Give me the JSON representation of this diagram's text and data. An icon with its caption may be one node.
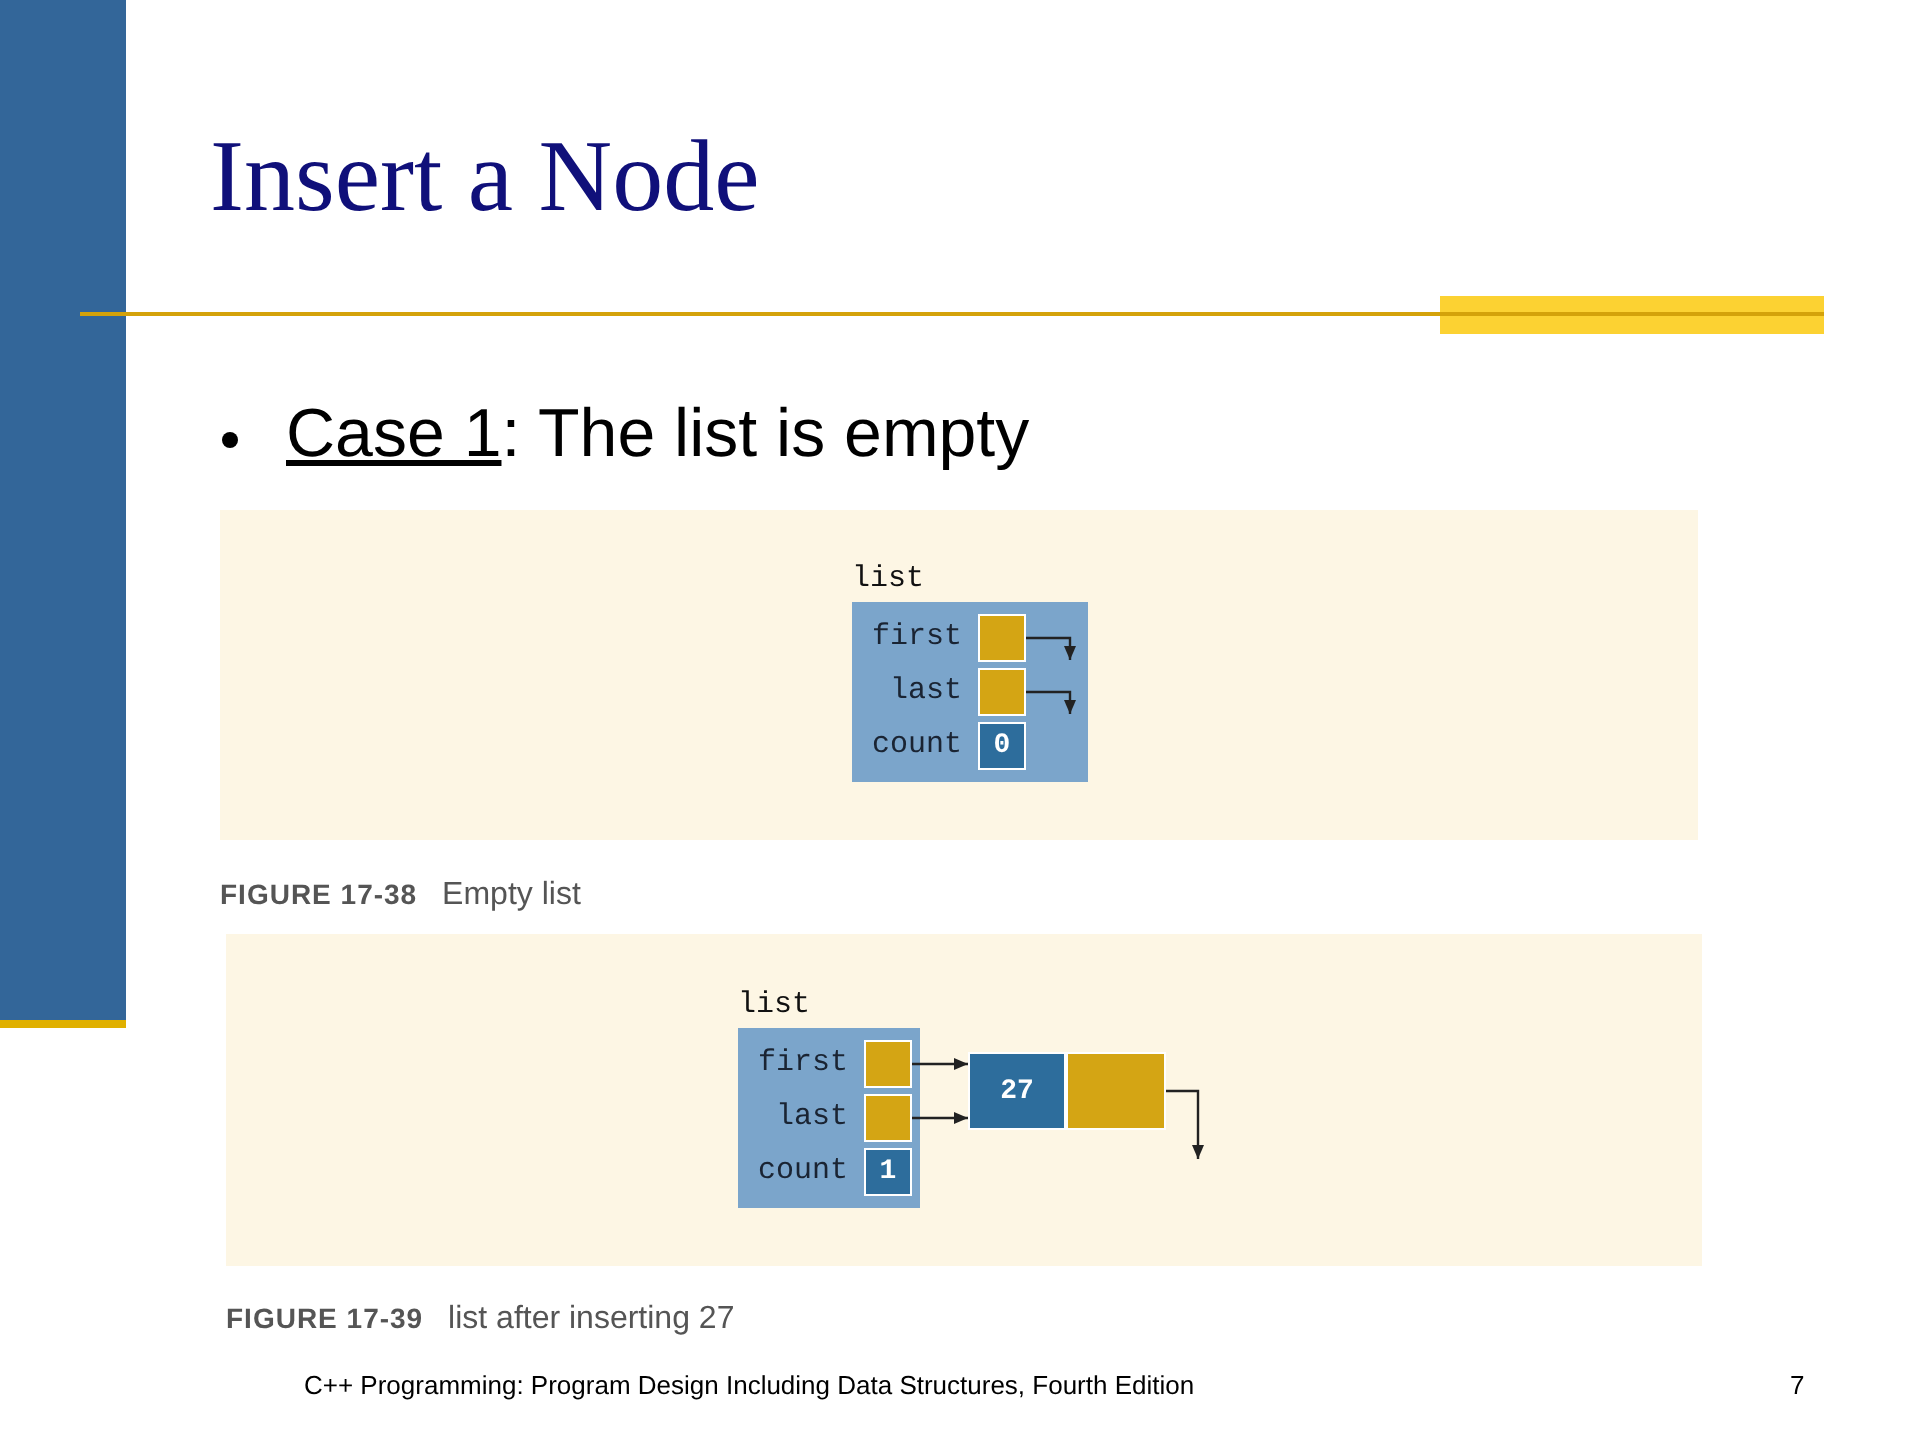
{
  "diagram": {
    "title": "Insert a Node",
    "nodes": [
      {
        "text": [
          "list"
        ]
      },
      {
        "text": [],
        "shape": "box",
        "in": 0,
        "beside": [
          "first"
        ]
      },
      {
        "text": [],
        "shape": "box",
        "in": 0,
        "beside": [
          "last"
        ]
      },
      {
        "text": [
          "0"
        ],
        "in": 0,
        "beside": [
          "count"
        ]
      },
      {
        "text": [
          "list"
        ]
      },
      {
        "text": [],
        "shape": "box",
        "in": 4,
        "beside": [
          "first"
        ]
      },
      {
        "text": [],
        "shape": "box",
        "in": 4,
        "beside": [
          "last"
        ]
      },
      {
        "text": [
          "1"
        ],
        "in": 4,
        "beside": [
          "count"
        ]
      },
      {
        "text": [
          "27"
        ]
      },
      {
        "text": [],
        "shape": "box"
      }
    ],
    "edges": [
      {
        "from": 1,
        "to": null,
        "arrow": "to"
      },
      {
        "from": 2,
        "to": null,
        "arrow": "to"
      },
      {
        "from": 5,
        "to": 8,
        "arrow": "to"
      },
      {
        "from": 6,
        "to": 8,
        "arrow": "to"
      },
      {
        "from": 9,
        "to": null,
        "arrow": "to"
      }
    ],
    "labels": [
      "Case 1: The list is empty",
      "**FIGURE 17-38** Empty list",
      "**FIGURE 17-39** list after inserting 27",
      "C++ Programming: Program Design Including Data Structures, Fourth Edition",
      "7"
    ]
  }
}
